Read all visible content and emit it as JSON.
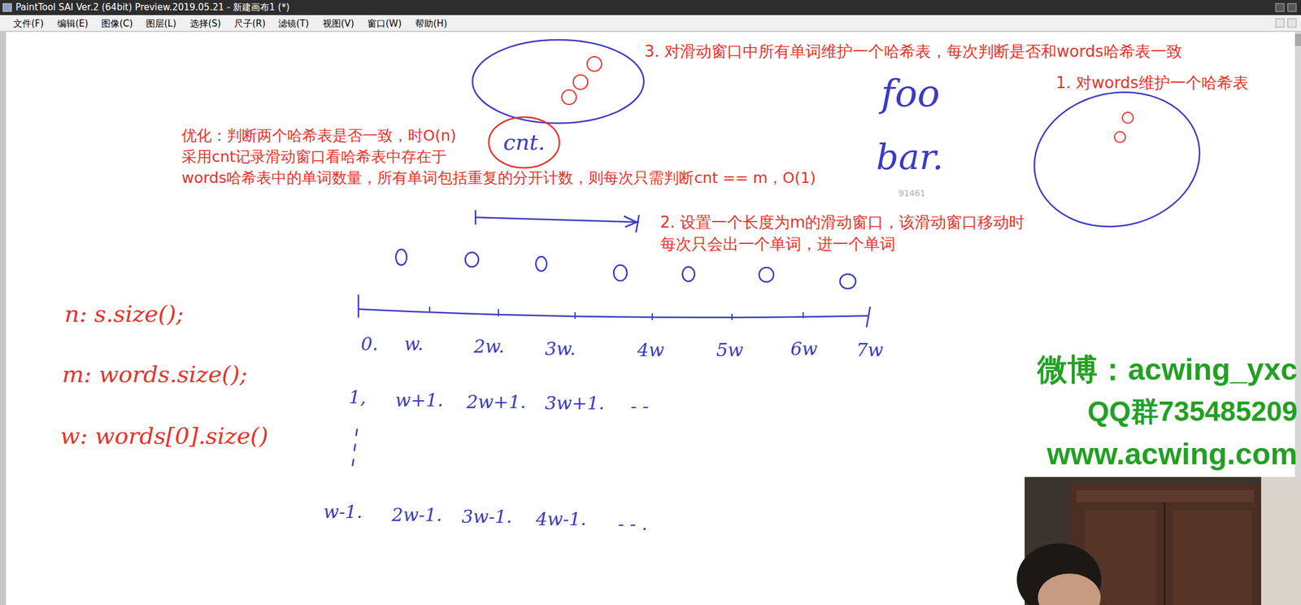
{
  "diagram": {
    "nodes": [
      {
        "text": [
          "cnt."
        ]
      }
    ],
    "labels": [
      "PaintTool SAI Ver.2 (64bit) Preview.2019.05.21 - 新建画布1 (*)",
      "文件(F)",
      "编辑(E)",
      "图像(C)",
      "图层(L)",
      "选择(S)",
      "尺子(R)",
      "滤镜(T)",
      "视图(V)",
      "窗口(W)",
      "帮助(H)",
      "3. 对滑动窗口中所有单词维护一个哈希表，每次判断是否和words哈希表一致",
      "1. 对words维护一个哈希表",
      "优化：判断两个哈希表是否一致，时O(n)",
      "采用cnt记录滑动窗口看哈希表中存在于",
      "words哈希表中的单词数量，所有单词包括重复的分开计数，则每次只需判断cnt == m，O(1)",
      "foo",
      "bar.",
      "91461",
      "2. 设置一个长度为m的滑动窗口，该滑动窗口移动时",
      "每次只会出一个单词，进一个单词",
      "n: s.size();",
      "m: words.size();",
      "w: words[0].size()",
      "0.",
      "w.",
      "2w.",
      "3w.",
      "4w",
      "5w",
      "6w",
      "7w",
      "1,",
      "w+1.",
      "2w+1.",
      "3w+1.",
      "- -",
      "w-1.",
      "2w-1.",
      "3w-1.",
      "4w-1.",
      "- - .",
      "微博：acwing_yxc",
      "QQ群735485209",
      "www.acwing.com"
    ]
  }
}
